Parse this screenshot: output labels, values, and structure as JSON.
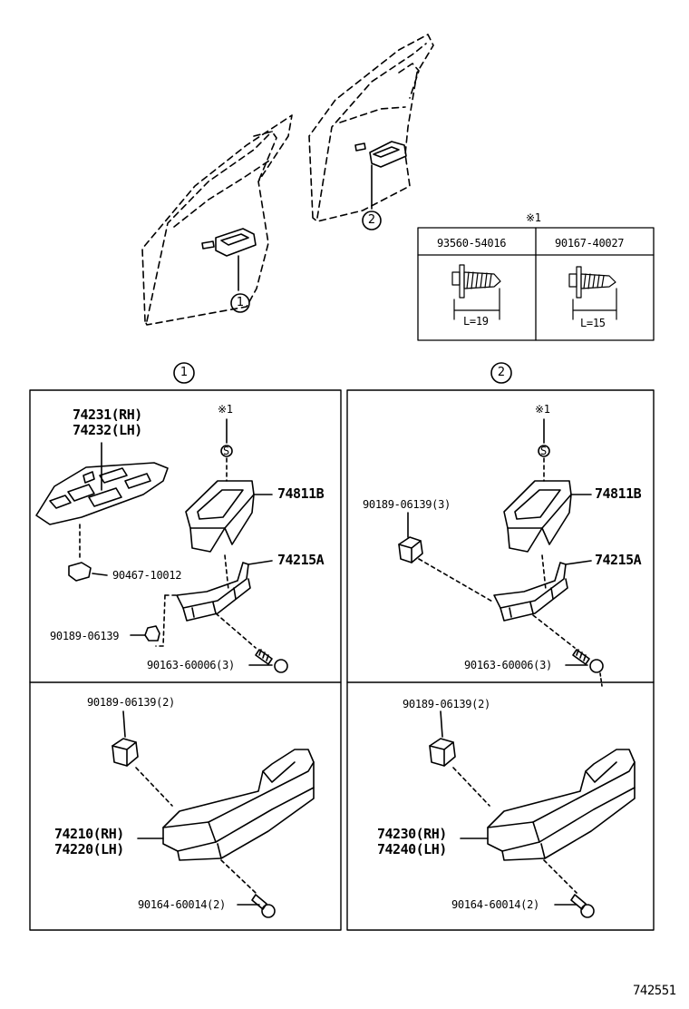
{
  "door_callouts": {
    "front": "1",
    "rear": "2"
  },
  "fastener_table": {
    "heading": "※1",
    "col1_part": "93560-54016",
    "col1_length": "L=19",
    "col2_part": "90167-40027",
    "col2_length": "L=15"
  },
  "panel1": {
    "section_number": "1",
    "switch_base_rh": "74231(RH)",
    "switch_base_lh": "74232(LH)",
    "screw_ref": "※1",
    "screw_ref_symbol": "S",
    "bezel": "74811B",
    "bracket": "74215A",
    "clip_a": "90467-10012",
    "nut": "90189-06139",
    "screw": "90163-60006(3)",
    "nut_pair": "90189-06139(2)",
    "armrest_rh": "74210(RH)",
    "armrest_lh": "74220(LH)",
    "armrest_screw": "90164-60014(2)"
  },
  "panel2": {
    "section_number": "2",
    "screw_ref": "※1",
    "screw_ref_symbol": "S",
    "bezel": "74811B",
    "bracket": "74215A",
    "nut": "90189-06139(3)",
    "screw": "90163-60006(3)",
    "nut_pair": "90189-06139(2)",
    "armrest_rh": "74230(RH)",
    "armrest_lh": "74240(LH)",
    "armrest_screw": "90164-60014(2)"
  },
  "figure_number": "742551"
}
